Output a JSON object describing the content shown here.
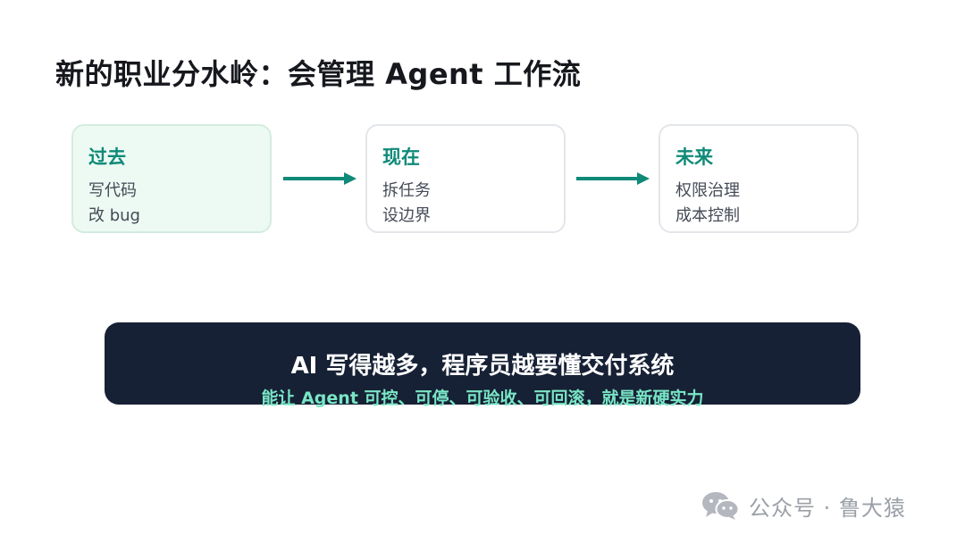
{
  "title": "新的职业分水岭：会管理 Agent 工作流",
  "stages": [
    {
      "title": "过去",
      "lines": [
        "写代码",
        "改 bug"
      ]
    },
    {
      "title": "现在",
      "lines": [
        "拆任务",
        "设边界"
      ]
    },
    {
      "title": "未来",
      "lines": [
        "权限治理",
        "成本控制"
      ]
    }
  ],
  "banner": {
    "main": "AI 写得越多，程序员越要懂交付系统",
    "sub": "能让 Agent 可控、可停、可验收、可回滚，就是新硬实力"
  },
  "watermark": {
    "text": "公众号 · 鲁大猿",
    "icon": "wechat-icon"
  },
  "colors": {
    "accent": "#0f8a78",
    "banner_bg": "#172135",
    "banner_sub": "#79e6c6",
    "past_card_bg": "#ecfaf3"
  }
}
